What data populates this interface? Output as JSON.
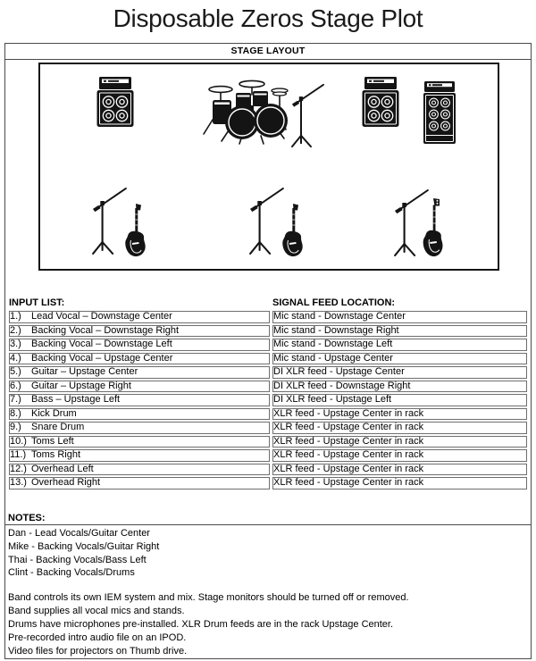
{
  "title": "Disposable Zeros Stage Plot",
  "stage": {
    "header": "STAGE LAYOUT",
    "elements": [
      {
        "icon": "guitar-amp-stack-4x12",
        "position": "upstage-left"
      },
      {
        "icon": "drum-kit",
        "position": "upstage-center"
      },
      {
        "icon": "boom-mic-stand",
        "position": "upstage-center"
      },
      {
        "icon": "guitar-amp-stack-4x12",
        "position": "upstage-right"
      },
      {
        "icon": "guitar-amp-stack-6x10",
        "position": "upstage-far-right"
      },
      {
        "icon": "boom-mic-stand",
        "position": "downstage-left"
      },
      {
        "icon": "electric-guitar",
        "position": "downstage-left"
      },
      {
        "icon": "boom-mic-stand",
        "position": "downstage-center"
      },
      {
        "icon": "electric-guitar",
        "position": "downstage-center"
      },
      {
        "icon": "boom-mic-stand",
        "position": "downstage-right"
      },
      {
        "icon": "bass-guitar",
        "position": "downstage-right"
      }
    ]
  },
  "input_table": {
    "headers": [
      "INPUT LIST:",
      "SIGNAL FEED LOCATION:"
    ],
    "rows": [
      {
        "num": "1.)",
        "input": "Lead Vocal – Downstage Center",
        "feed": "Mic stand - Downstage Center"
      },
      {
        "num": "2.)",
        "input": "Backing Vocal – Downstage Right",
        "feed": "Mic stand - Downstage Right"
      },
      {
        "num": "3.)",
        "input": "Backing Vocal – Downstage Left",
        "feed": "Mic stand - Downstage Left"
      },
      {
        "num": "4.)",
        "input": "Backing Vocal – Upstage Center",
        "feed": "Mic stand - Upstage Center"
      },
      {
        "num": "5.)",
        "input": "Guitar – Upstage Center",
        "feed": "DI XLR feed - Upstage Center"
      },
      {
        "num": "6.)",
        "input": "Guitar – Upstage Right",
        "feed": "DI XLR feed - Downstage Right"
      },
      {
        "num": "7.)",
        "input": "Bass – Upstage Left",
        "feed": "DI XLR feed - Upstage Left"
      },
      {
        "num": "8.)",
        "input": "Kick Drum",
        "feed": "XLR feed - Upstage Center in rack"
      },
      {
        "num": "9.)",
        "input": "Snare Drum",
        "feed": "XLR feed - Upstage Center in rack"
      },
      {
        "num": "10.)",
        "input": "Toms Left",
        "feed": "XLR feed - Upstage Center in rack"
      },
      {
        "num": "11.)",
        "input": "Toms Right",
        "feed": "XLR feed - Upstage Center in rack"
      },
      {
        "num": "12.)",
        "input": "Overhead Left",
        "feed": "XLR feed - Upstage Center in rack"
      },
      {
        "num": "13.)",
        "input": "Overhead Right",
        "feed": "XLR feed - Upstage Center in rack"
      }
    ]
  },
  "notes": {
    "header": "NOTES:",
    "members": [
      "Dan - Lead Vocals/Guitar Center",
      "Mike - Backing Vocals/Guitar Right",
      "Thai - Backing Vocals/Bass Left",
      "Clint - Backing Vocals/Drums"
    ],
    "lines": [
      "Band controls its own IEM system and mix. Stage monitors should be turned off or removed.",
      "Band supplies all vocal mics and stands.",
      "Drums have microphones pre-installed. XLR Drum feeds are in the rack Upstage Center.",
      "Pre-recorded intro audio file on an IPOD.",
      "Video files for projectors on Thumb drive."
    ]
  },
  "colors": {
    "ink": "#1a1a1a",
    "box_border": "#4a4a4a",
    "table_border": "#6e6e6e",
    "background": "#ffffff"
  }
}
